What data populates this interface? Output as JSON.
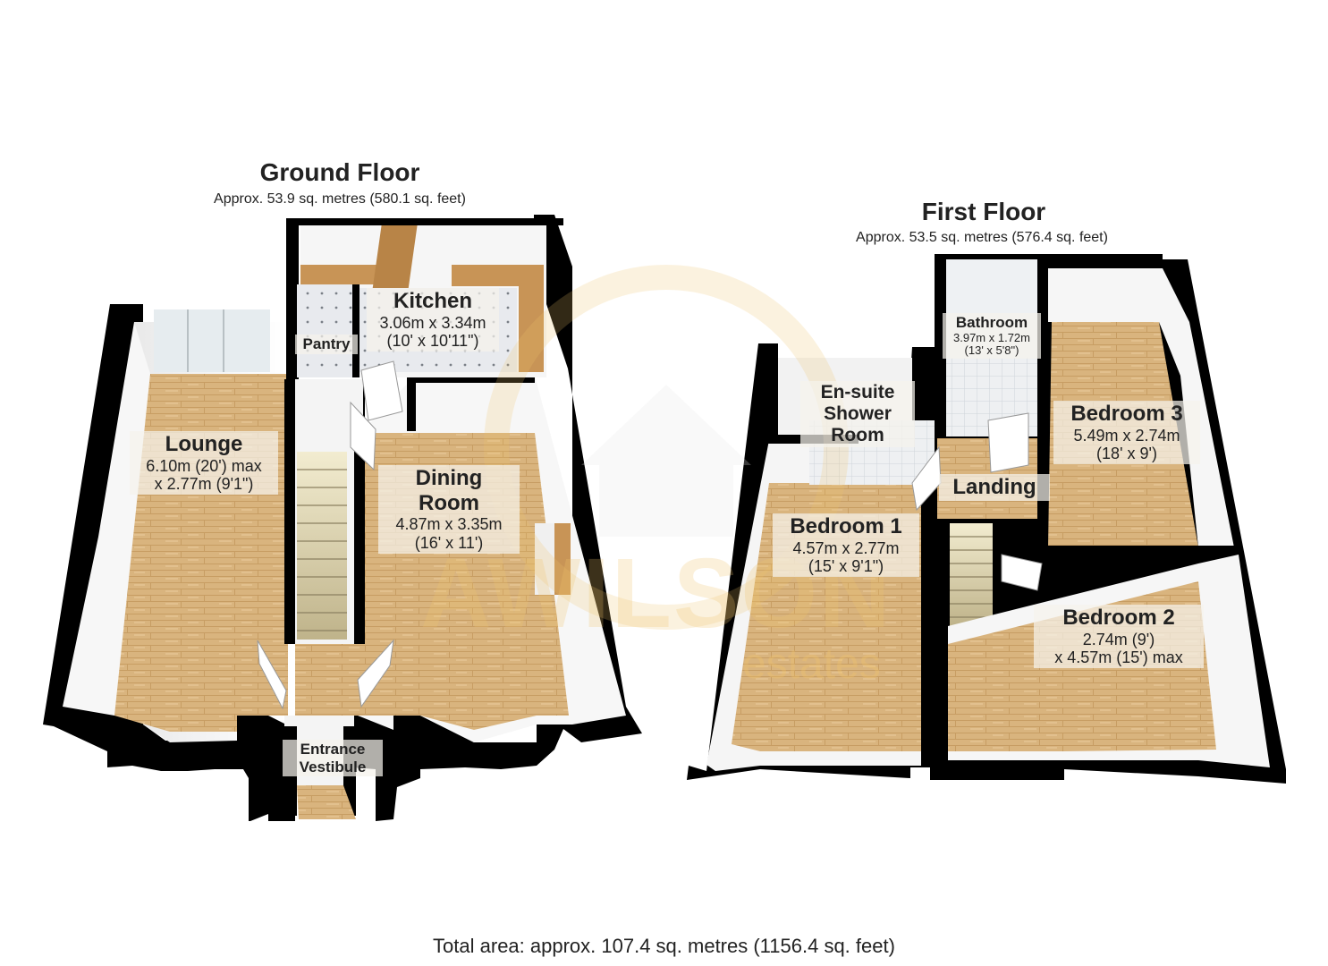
{
  "ground_floor": {
    "title": "Ground Floor",
    "area": "Approx. 53.9 sq. metres (580.1 sq. feet)",
    "rooms": {
      "lounge": {
        "name": "Lounge",
        "dims1": "6.10m (20') max",
        "dims2": "x 2.77m (9'1\")"
      },
      "kitchen": {
        "name": "Kitchen",
        "dims1": "3.06m x 3.34m",
        "dims2": "(10' x 10'11\")"
      },
      "pantry": {
        "name": "Pantry"
      },
      "dining": {
        "name1": "Dining",
        "name2": "Room",
        "dims1": "4.87m x 3.35m",
        "dims2": "(16' x 11')"
      },
      "vestibule": {
        "name1": "Entrance",
        "name2": "Vestibule"
      }
    }
  },
  "first_floor": {
    "title": "First Floor",
    "area": "Approx. 53.5 sq. metres (576.4 sq. feet)",
    "rooms": {
      "bathroom": {
        "name": "Bathroom",
        "dims1": "3.97m x 1.72m",
        "dims2": "(13' x 5'8\")"
      },
      "ensuite": {
        "name1": "En-suite",
        "name2": "Shower",
        "name3": "Room"
      },
      "bedroom3": {
        "name": "Bedroom 3",
        "dims1": "5.49m x 2.74m",
        "dims2": "(18' x 9')"
      },
      "landing": {
        "name": "Landing"
      },
      "bedroom1": {
        "name": "Bedroom 1",
        "dims1": "4.57m x 2.77m",
        "dims2": "(15' x 9'1\")"
      },
      "bedroom2": {
        "name": "Bedroom 2",
        "dims1": "2.74m (9')",
        "dims2": "x 4.57m (15') max"
      }
    }
  },
  "total_area": "Total area: approx. 107.4 sq. metres (1156.4 sq. feet)",
  "watermark": {
    "brand": "AWILSON",
    "sub": "estates"
  },
  "colors": {
    "wall": "#000000",
    "floor_wood": "#d9b47e",
    "wall_face": "#f4f4f4",
    "tile": "#e6e9ec",
    "watermark": "#f0c46a"
  }
}
